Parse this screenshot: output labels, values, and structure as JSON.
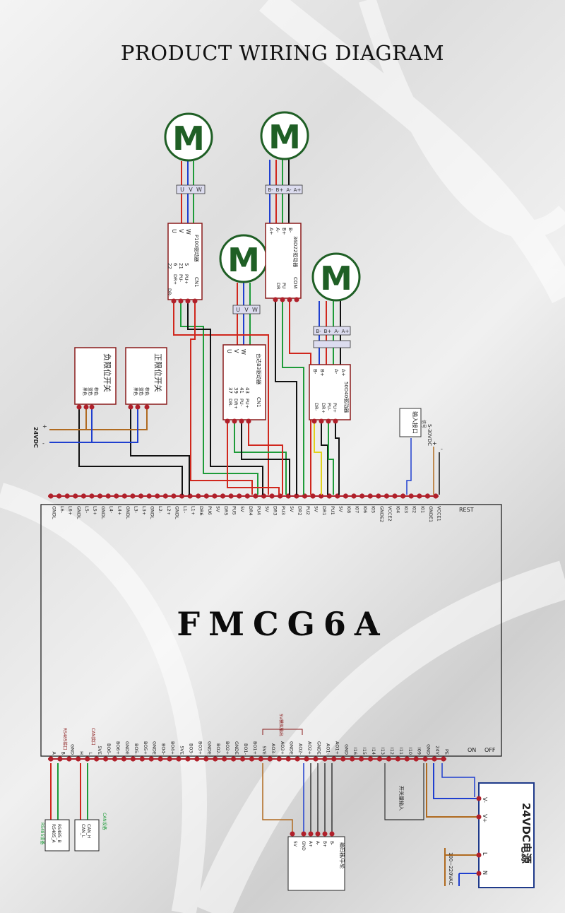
{
  "title": "PRODUCT WIRING DIAGRAM",
  "board": {
    "name": "FMCG6A",
    "label_reset": "REST",
    "label_on": "ON",
    "label_off": "OFF"
  },
  "colors": {
    "wire_red": "#d0271d",
    "wire_green": "#1e9b39",
    "wire_blue": "#1f3fcf",
    "wire_black": "#111111",
    "wire_yellow": "#e3d11a",
    "wire_brown": "#b06a1f",
    "motor_ring": "#1f5f25",
    "terminal_red": "#b0202a",
    "box_border": "#8a1b1b"
  },
  "motors": [
    {
      "letter": "M"
    },
    {
      "letter": "M"
    },
    {
      "letter": "M"
    },
    {
      "letter": "M"
    }
  ],
  "connectors": [
    {
      "labels": [
        "U",
        "V",
        "W"
      ]
    },
    {
      "labels": [
        "B-",
        "B+",
        "A-",
        "A+"
      ]
    },
    {
      "labels": [
        "U",
        "V",
        "W"
      ]
    },
    {
      "labels": [
        "B-",
        "B+",
        "A-",
        "A+"
      ]
    }
  ],
  "drivers": [
    {
      "name": "P100驱动器",
      "left_pins": [
        "U",
        "V",
        "W"
      ],
      "cn": "CN1",
      "pin_numbers": [
        "5",
        "21",
        "6",
        "22"
      ],
      "pin_names": [
        "PU+",
        "PU-",
        "DR+",
        "DR-"
      ]
    },
    {
      "name": "36D22驱动器",
      "left_pins": [
        "A+",
        "A-",
        "B+",
        "B-"
      ],
      "cn": "COM",
      "pin_numbers": [],
      "pin_names": [
        "PU",
        "DR"
      ]
    },
    {
      "name": "台达B3驱动器",
      "left_pins": [
        "U",
        "V",
        "W"
      ],
      "cn": "CN1",
      "pin_numbers": [
        "43",
        "41",
        "39",
        "37"
      ],
      "pin_names": [
        "PU+",
        "PU-",
        "DR+",
        "DR-"
      ]
    },
    {
      "name": "50D40驱动器",
      "left_pins": [
        "A+",
        "A-",
        "B+",
        "B-"
      ],
      "cn": "",
      "pin_numbers": [],
      "pin_names": [
        "PU+",
        "PU-",
        "DR+",
        "DR-"
      ]
    }
  ],
  "limit_switches": [
    {
      "name": "负限位开关",
      "wires": [
        "棕色",
        "蓝色",
        "黑色"
      ]
    },
    {
      "name": "正限位开关",
      "wires": [
        "棕色",
        "蓝色",
        "黑色"
      ]
    }
  ],
  "supply_24vdc": {
    "label": "24VDC",
    "plus": "+",
    "minus": "-"
  },
  "input_box": {
    "name": "输入接口",
    "wire_note": "信号"
  },
  "supply_5_30": {
    "label": "5-30VDC",
    "plus": "+",
    "minus": "-"
  },
  "top_pins": [
    "GNDL",
    "L6-",
    "L6+",
    "GNDL",
    "L5-",
    "L5+",
    "GNDL",
    "L4-",
    "L4+",
    "GNDL",
    "L3-",
    "L3+",
    "GNDL",
    "L2-",
    "L2+",
    "GNDL",
    "L1-",
    "L1+",
    "DR6",
    "PU6",
    "5V",
    "DR5",
    "PU5",
    "5V",
    "DR4",
    "PU4",
    "5V",
    "DR3",
    "PU3",
    "5V",
    "DR2",
    "PU2",
    "5V",
    "DR1",
    "PU1",
    "5V",
    "I08",
    "I07",
    "I06",
    "I05",
    "GNDE2",
    "VCCE2",
    "I04",
    "I03",
    "I02",
    "I01",
    "GNDE1",
    "VCCE1"
  ],
  "bottom_pins": [
    "A",
    "B",
    "GND",
    "H",
    "L",
    "5VE",
    "BO6-",
    "BO6+",
    "GNDE",
    "BO5-",
    "BO5+",
    "GNDE",
    "BO4-",
    "BO4+",
    "5VE",
    "BO3-",
    "BO3+",
    "GNDE",
    "BO2-",
    "BO2+",
    "GNDE",
    "BO1-",
    "BO1+",
    "5VE",
    "AO3-",
    "AO3+",
    "GNDE",
    "AO2-",
    "AO2+",
    "GNDE",
    "AO1-",
    "AO1+",
    "GND",
    "I16",
    "I15",
    "I14",
    "I13",
    "I12",
    "I11",
    "I10",
    "I09",
    "GND",
    "24V",
    "PE"
  ],
  "bottom_notes": {
    "rs485": "RS485接口",
    "can": "CAN接口",
    "analog_5v": "5V模拟输出",
    "switch_input": "开关量输入"
  },
  "rs485_box": {
    "labels": [
      "RS485_B",
      "RS485_A"
    ],
    "caption": "RS485设备"
  },
  "can_box": {
    "labels": [
      "CAN_H",
      "CAN_L"
    ],
    "caption": "CAN设备"
  },
  "encoder_box": {
    "name": "编码器/手轮",
    "pins": [
      "5V",
      "GND",
      "A+",
      "A-",
      "B+",
      "B-"
    ]
  },
  "power_24": {
    "title": "24VDC电源",
    "terms": [
      "V-",
      "V+",
      "L",
      "N"
    ],
    "ac_label": "100~220VAC"
  }
}
